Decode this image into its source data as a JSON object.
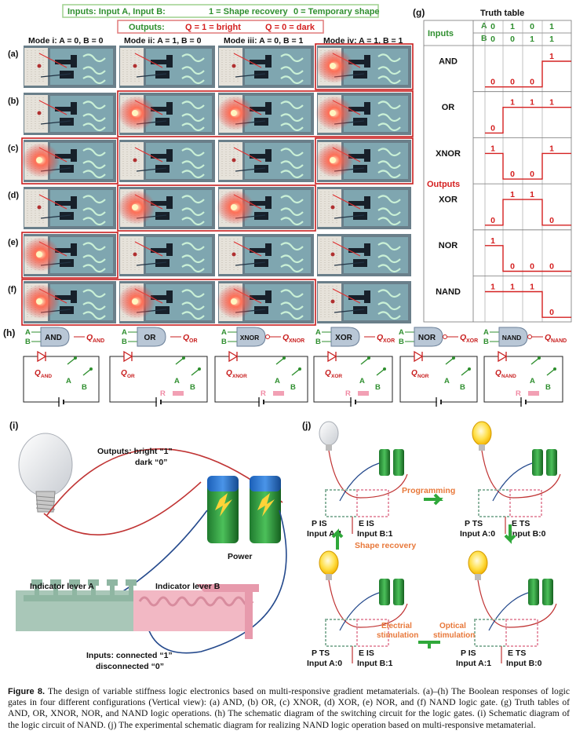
{
  "figure": {
    "top_legend": {
      "inputs": "Inputs: Input A, Input B:",
      "one": "1 = Shape recovery",
      "zero": "0 = Temporary shape",
      "outputs": "Outputs:",
      "q1": "Q = 1 = bright",
      "q0": "Q = 0 = dark"
    },
    "modes": [
      "Mode i: A = 0, B = 0",
      "Mode ii: A = 1, B = 0",
      "Mode iii: A = 0, B = 1",
      "Mode iv: A = 1, B = 1"
    ],
    "row_labels": [
      "(a)",
      "(b)",
      "(c)",
      "(d)",
      "(e)",
      "(f)"
    ],
    "photo_outputs": [
      [
        0,
        0,
        0,
        1
      ],
      [
        0,
        1,
        1,
        1
      ],
      [
        1,
        0,
        0,
        1
      ],
      [
        0,
        1,
        1,
        0
      ],
      [
        1,
        0,
        0,
        0
      ],
      [
        1,
        1,
        1,
        0
      ]
    ],
    "truth_table": {
      "panel": "(g)",
      "title": "Truth table",
      "inputs_label": "Inputs",
      "outputs_label": "Outputs",
      "a_label": "A",
      "b_label": "B",
      "a": [
        "0",
        "1",
        "0",
        "1"
      ],
      "b": [
        "0",
        "0",
        "1",
        "1"
      ],
      "gates": [
        {
          "name": "AND",
          "values": [
            0,
            0,
            0,
            1
          ]
        },
        {
          "name": "OR",
          "values": [
            0,
            1,
            1,
            1
          ]
        },
        {
          "name": "XNOR",
          "values": [
            1,
            0,
            0,
            1
          ]
        },
        {
          "name": "XOR",
          "values": [
            0,
            1,
            1,
            0
          ]
        },
        {
          "name": "NOR",
          "values": [
            1,
            0,
            0,
            0
          ]
        },
        {
          "name": "NAND",
          "values": [
            1,
            1,
            1,
            0
          ]
        }
      ]
    },
    "panel_h": {
      "label": "(h)",
      "gates": [
        {
          "name": "AND",
          "q": "Q",
          "sub": "AND"
        },
        {
          "name": "OR",
          "q": "Q",
          "sub": "OR"
        },
        {
          "name": "XNOR",
          "q": "Q",
          "sub": "XNOR"
        },
        {
          "name": "XOR",
          "q": "Q",
          "sub": "XOR"
        },
        {
          "name": "NOR",
          "q": "Q",
          "sub": "XOR"
        },
        {
          "name": "NAND",
          "q": "Q",
          "sub": "NAND"
        }
      ],
      "circuit_q": [
        {
          "q": "Q",
          "sub": "AND"
        },
        {
          "q": "Q",
          "sub": "OR"
        },
        {
          "q": "Q",
          "sub": "XNOR"
        },
        {
          "q": "Q",
          "sub": "XOR"
        },
        {
          "q": "Q",
          "sub": "NOR"
        },
        {
          "q": "Q",
          "sub": "NAND"
        }
      ],
      "a": "A",
      "b": "B",
      "r": "R"
    },
    "panel_i": {
      "label": "(i)",
      "outputs_line1": "Outputs: bright “1”",
      "outputs_line2": "dark “0”",
      "power": "Power",
      "lever_a": "Indicator lever A",
      "lever_b": "Indicator lever B",
      "inputs_line1": "Inputs: connected “1”",
      "inputs_line2": "disconnected “0”"
    },
    "panel_j": {
      "label": "(j)",
      "programming": "Programming",
      "shape_recovery": "Shape recovery",
      "electrial1": "Electrial",
      "electrial2": "stimulation",
      "optical1": "Optical",
      "optical2": "stimulation",
      "states": [
        {
          "p": "P IS",
          "e": "E IS",
          "a": "Input A:1",
          "b": "Input B:1"
        },
        {
          "p": "P TS",
          "e": "E TS",
          "a": "Input A:0",
          "b": "Input B:0"
        },
        {
          "p": "P TS",
          "e": "E IS",
          "a": "Input A:0",
          "b": "Input B:1"
        },
        {
          "p": "P IS",
          "e": "E TS",
          "a": "Input A:1",
          "b": "Input B:0"
        }
      ]
    },
    "caption": {
      "label": "Figure 8.",
      "text": "The design of variable stiffness logic electronics based on multi-responsive gradient metamaterials. (a)–(h) The Boolean responses of logic gates in four different configurations (Vertical view): (a) AND, (b) OR, (c) XNOR, (d) XOR, (e) NOR, and (f) NAND logic gate. (g) Truth tables of AND, OR, XNOR, NOR, and NAND logic operations. (h) The schematic diagram of the switching circuit for the logic gates. (i) Schematic diagram of the logic circuit of NAND. (j) The experimental schematic diagram for realizing NAND logic operation based on multi-responsive metamaterial."
    }
  }
}
